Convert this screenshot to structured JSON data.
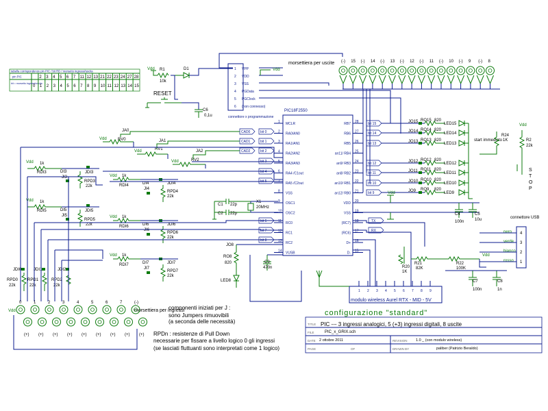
{
  "header_table": {
    "title": "tabella corrispondenze  pin PIC / bit RD / morsetto ingressi/uscita",
    "row1_label": "pin PIC",
    "row1": [
      "2",
      "3",
      "4",
      "5",
      "6",
      "7",
      "11",
      "12",
      "13",
      "21",
      "22",
      "23",
      "24",
      "27",
      "28"
    ],
    "row2_label": "bit = morsetto ingressi/uscita",
    "row2": [
      "0",
      "1",
      "2",
      "3",
      "4",
      "5",
      "6",
      "7",
      "8",
      "9",
      "10",
      "11",
      "12",
      "13",
      "14",
      "15"
    ]
  },
  "labels": {
    "reset": "RESET",
    "morsettiera_uscite": "morsettiera per uscite",
    "morsettiera_ingressi": "morsettiera per ingressi",
    "connettore_prog": "connettore x programmazione",
    "pic": "PIC18F2550",
    "connettore_usb": "connettore USB",
    "wireless": "modulo wireless Aurel RTX - MID - 5V",
    "config": "configurazione   \"standard\"",
    "start": "start immediato",
    "stop": "STOP",
    "vdd": "Vdd"
  },
  "prog_connector": [
    "VPP",
    "VDD",
    "VSS",
    "PGData",
    "PGClock",
    "(non connesso)"
  ],
  "usb_pins": [
    "nero",
    "verde",
    "bianco",
    "rosso"
  ],
  "components": {
    "R1": "R1",
    "R1v": "10k",
    "D1": "D1",
    "C6": "C6",
    "C6v": "0,1u",
    "RV0": "RV0",
    "RV1": "RV1",
    "RV2": "RV2",
    "JA0": "JA0",
    "JA1": "JA1",
    "JA2": "JA2",
    "X1": "X1",
    "X1v": "20MHz",
    "C1": "C1",
    "C2": "C2",
    "Cv": "22p",
    "C3": "C3",
    "C3v": "470n",
    "C4": "C4",
    "C4v": "100n",
    "C5": "C5",
    "C5v": "10u",
    "C7": "C7",
    "C7v": "100n",
    "C8": "C8",
    "C8v": "1n",
    "R21": "R21",
    "R21v": "82K",
    "R22": "R22",
    "R22v": "100K",
    "R20": "R20",
    "R20v": "1K",
    "R24": "R24",
    "R24v": "1K",
    "R2": "R2",
    "R2v": "22k",
    "RO8": "RO8",
    "RO8v": "820",
    "LED8": "LED8",
    "JO8": "JO8"
  },
  "notes": {
    "n1": "componenti iniziati per   J :",
    "n2": "sono Jumpers rimuovibili",
    "n3": "(a seconda delle necessità)",
    "n4": "RPDn : resistenze di Pull Down",
    "n5": "necessarie per fissare a livello logico 0 gli ingressi",
    "n6": "(se lasciati fluttuanti sono interpretati come 1 logico)"
  },
  "title_block": {
    "title_label": "TITLE",
    "title": "PIC  --- 3 ingressi analogici, 5 (+3) ingressi digitali, 8 uscite",
    "file_label": "FILE",
    "file": "PIC_x_GRIX.sch",
    "date_label": "DATE",
    "date": "2 ottobre 2011",
    "rev_label": "REVISION",
    "rev": "1.0 _ (con modulo wireless)",
    "page_label": "PAGE",
    "of": "OF",
    "drawn_label": "DRAWN BY",
    "drawn": "paliber (Patrizio Beraldo)"
  }
}
